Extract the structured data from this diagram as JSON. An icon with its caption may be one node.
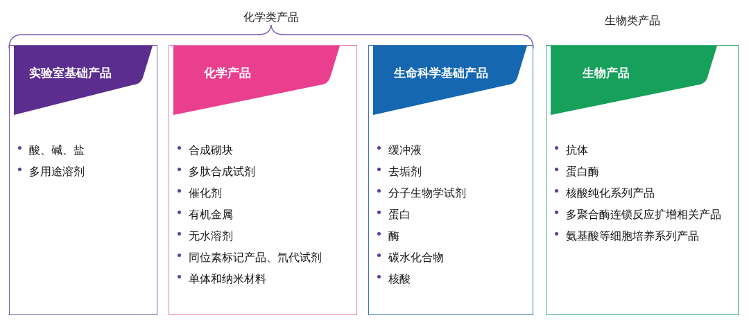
{
  "diagram": {
    "nodes": [
      {
        "text": [
          "实验室基础产品",
          "酸、碱、盐",
          "多用途溶剂"
        ]
      },
      {
        "text": [
          "化学产品",
          "合成砌块",
          "多肽合成试剂",
          "催化剂",
          "有机金属",
          "无水溶剂",
          "同位素标记产品、氘代试剂",
          "单体和纳米材料"
        ]
      },
      {
        "text": [
          "生命科学基础产品",
          "缓冲液",
          "去垢剂",
          "分子生物学试剂",
          "蛋白",
          "酶",
          "碳水化合物",
          "核酸"
        ]
      },
      {
        "text": [
          "生物产品",
          "抗体",
          "蛋白酶",
          "核酸纯化系列产品",
          "多聚合酶连锁反应扩增相关产品",
          "氨基酸等细胞培养系列产品"
        ]
      }
    ],
    "edges": [],
    "labels": [
      "化学类产品",
      "生物类产品"
    ]
  }
}
